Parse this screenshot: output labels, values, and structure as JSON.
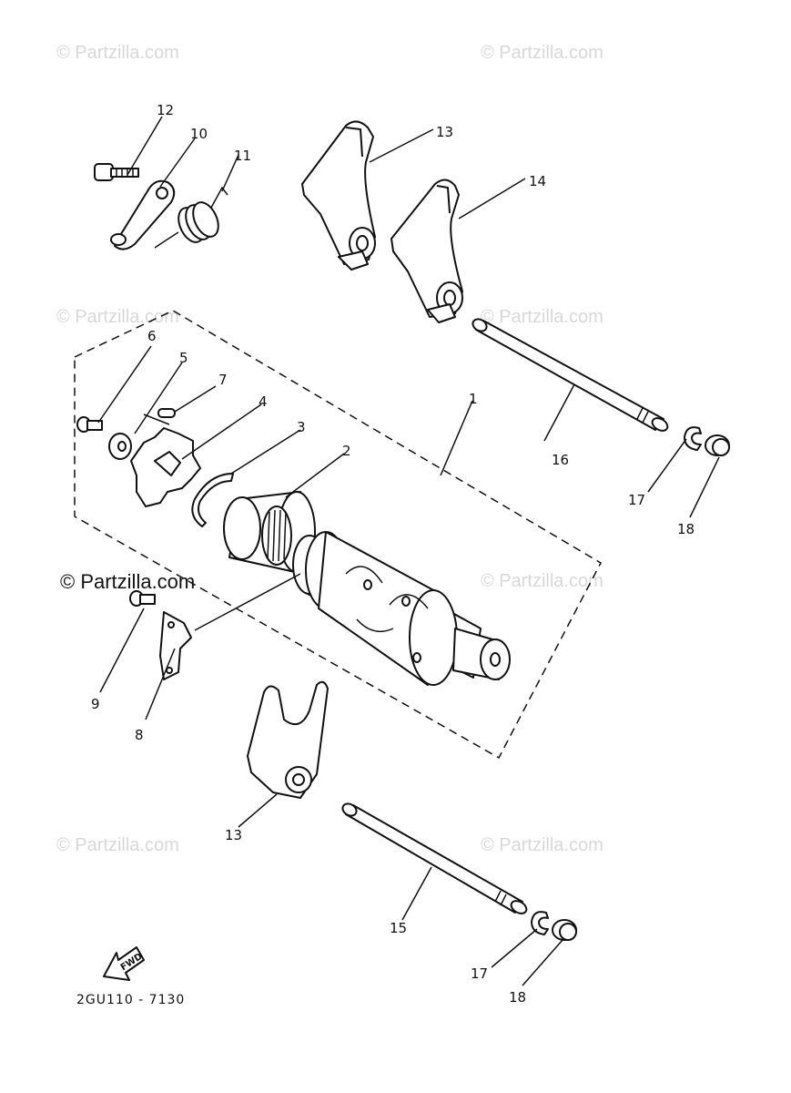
{
  "watermarks": {
    "text": "© Partzilla.com",
    "main": "© Partzilla.com"
  },
  "diagram_code": "2GU110 - 7130",
  "fwd_label": "FWD",
  "callouts": {
    "c1": "1",
    "c2": "2",
    "c3": "3",
    "c4": "4",
    "c5": "5",
    "c6": "6",
    "c7": "7",
    "c8": "8",
    "c9": "9",
    "c10": "10",
    "c11": "11",
    "c12": "12",
    "c13_top": "13",
    "c13_bottom": "13",
    "c14": "14",
    "c15": "15",
    "c16": "16",
    "c17_top": "17",
    "c17_bottom": "17",
    "c18_top": "18",
    "c18_bottom": "18"
  }
}
